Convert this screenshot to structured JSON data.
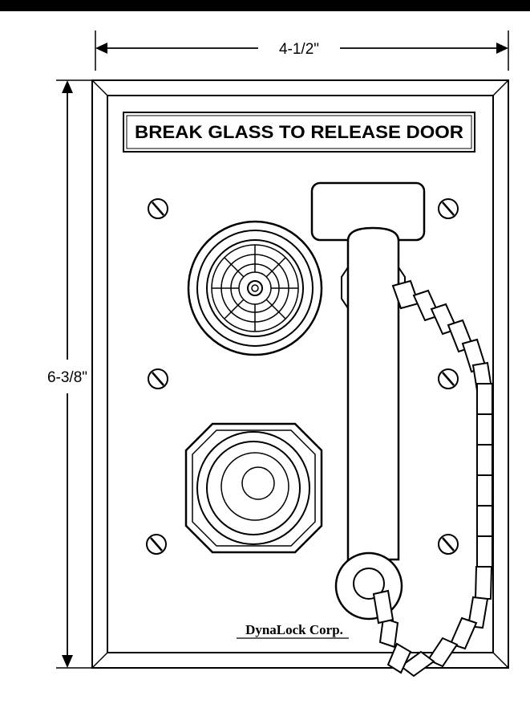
{
  "dimensions": {
    "width_label": "4-1/2\"",
    "height_label": "6-3/8\""
  },
  "plate": {
    "label": "BREAK GLASS TO RELEASE DOOR",
    "brand": "DynaLock Corp."
  },
  "icons": {
    "screw": "screw-icon",
    "glass-break": "glass-break-button-icon",
    "push-button": "push-button-icon",
    "hammer": "hammer-handle-icon",
    "chain": "chain-icon"
  }
}
